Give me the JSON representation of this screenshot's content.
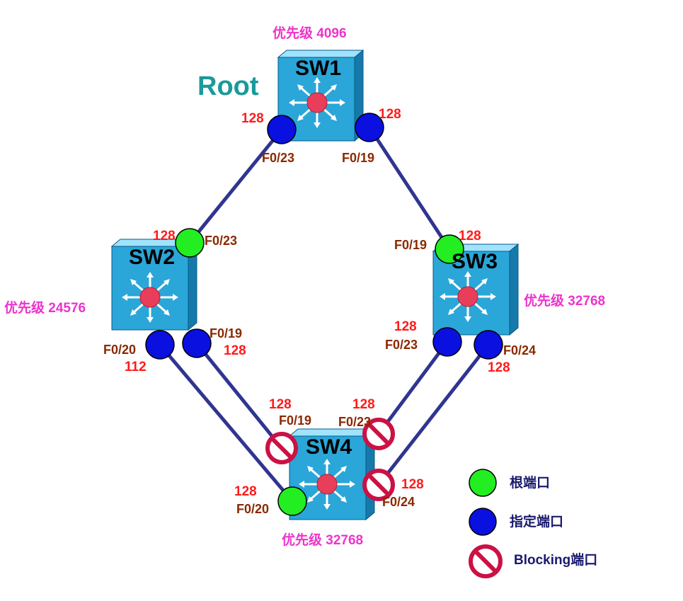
{
  "colors": {
    "root_port": "#22ee22",
    "designated_port": "#0a10e0",
    "blocking": "#cc1144",
    "link": "#2f3590",
    "switch_top": "#9fe3ff",
    "switch_front": "#2aa6d8",
    "switch_side": "#1679ab",
    "hub": "#e83e5a"
  },
  "root_label": "Root",
  "switches": {
    "sw1": {
      "name": "SW1",
      "priority": "优先级 4096"
    },
    "sw2": {
      "name": "SW2",
      "priority": "优先级 24576"
    },
    "sw3": {
      "name": "SW3",
      "priority": "优先级 32768"
    },
    "sw4": {
      "name": "SW4",
      "priority": "优先级 32768"
    }
  },
  "ports": {
    "sw1_f023": {
      "name": "F0/23",
      "cost": "128",
      "role": "designated"
    },
    "sw1_f019": {
      "name": "F0/19",
      "cost": "128",
      "role": "designated"
    },
    "sw2_f023": {
      "name": "F0/23",
      "cost": "128",
      "role": "root"
    },
    "sw2_f020": {
      "name": "F0/20",
      "cost": "112",
      "role": "designated"
    },
    "sw2_f019": {
      "name": "F0/19",
      "cost": "128",
      "role": "designated"
    },
    "sw3_f019": {
      "name": "F0/19",
      "cost": "128",
      "role": "root"
    },
    "sw3_f023": {
      "name": "F0/23",
      "cost": "128",
      "role": "designated"
    },
    "sw3_f024": {
      "name": "F0/24",
      "cost": "128",
      "role": "designated"
    },
    "sw4_f019": {
      "name": "F0/19",
      "cost": "128",
      "role": "blocking"
    },
    "sw4_f023": {
      "name": "F0/23",
      "cost": "128",
      "role": "blocking"
    },
    "sw4_f024": {
      "name": "F0/24",
      "cost": "128",
      "role": "blocking"
    },
    "sw4_f020": {
      "name": "F0/20",
      "cost": "128",
      "role": "root"
    }
  },
  "legend": {
    "root": "根端口",
    "designated": "指定端口",
    "blocking": "Blocking端口"
  }
}
